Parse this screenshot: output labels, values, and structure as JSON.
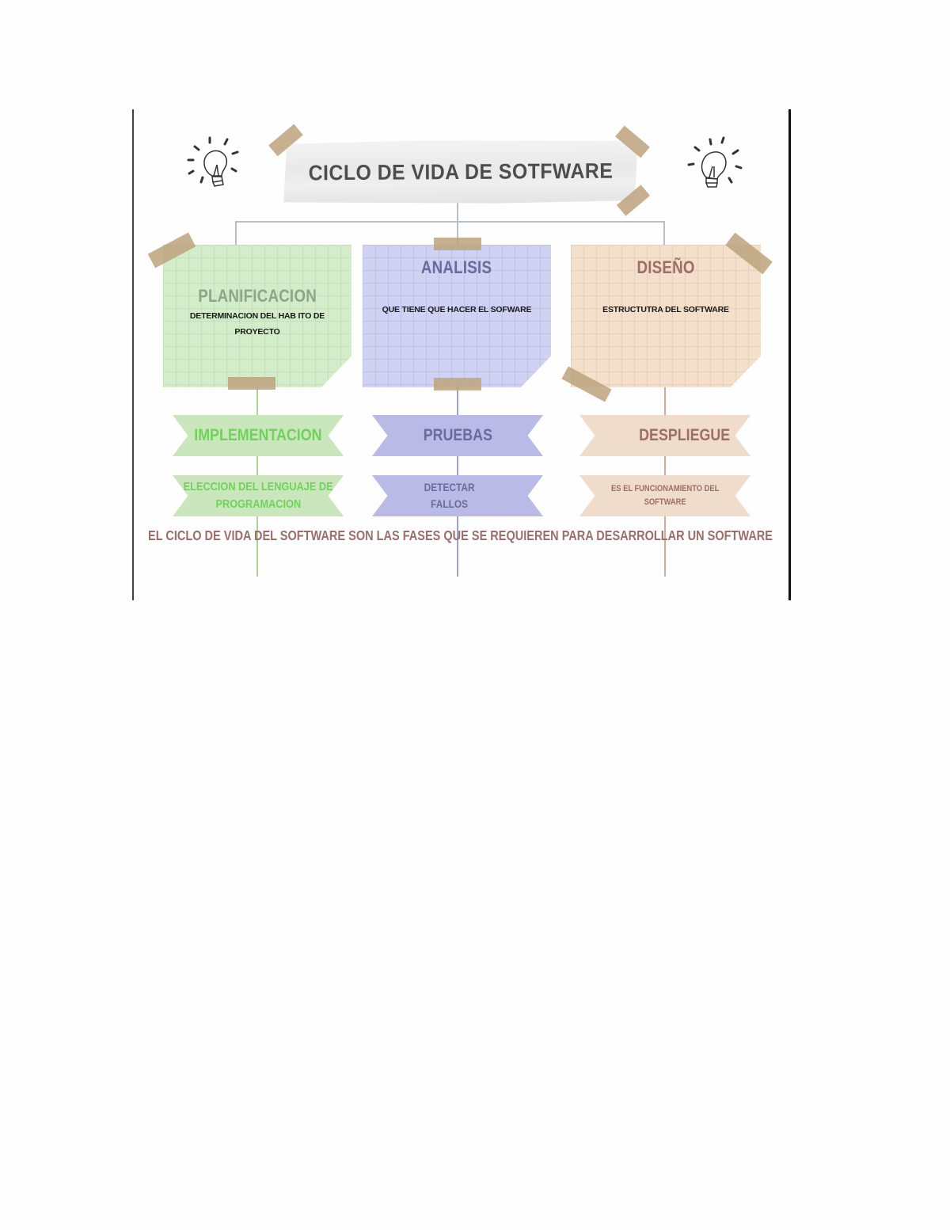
{
  "diagram": {
    "title": "CICLO DE VIDA DE SOTFWARE",
    "icons": [
      "lightbulb-icon-left",
      "lightbulb-icon-right"
    ],
    "colors": {
      "title_text": "#4d4d4d",
      "connector": "#b8bfcc",
      "tape": "#bea580",
      "green_bg": "#d3ecc9",
      "green_title": "#8fa58a",
      "green_text": "#6fd35a",
      "purple_bg": "#cfd2f3",
      "purple_title": "#6a6a9c",
      "brown_bg": "#f3dfca",
      "brown_title": "#9b6e6a",
      "summary_text": "#9b6e6a"
    },
    "phases": [
      {
        "title": "PLANIFICACION",
        "description": "DETERMINACION DEL HABITO DE PROYECTO",
        "desc_line1": "DETERMINACION DEL HAB ITO DE",
        "desc_line2": "PROYECTO",
        "ribbon_title": "IMPLEMENTACION",
        "ribbon_desc_line1": "ELECCION  DEL LENGUAJE DE",
        "ribbon_desc_line2": "PROGRAMACION"
      },
      {
        "title": "ANALISIS",
        "description": "QUE TIENE QUE HACER EL SOFWARE",
        "desc_line1": "QUE TIENE QUE HACER EL SOFWARE",
        "desc_line2": "",
        "ribbon_title": "PRUEBAS",
        "ribbon_desc_line1": "DETECTAR",
        "ribbon_desc_line2": "FALLOS"
      },
      {
        "title": "DISEÑO",
        "description": "ESTRUCTUTRA DEL SOFTWARE",
        "desc_line1": "ESTRUCTUTRA DEL SOFTWARE",
        "desc_line2": "",
        "ribbon_title": "DESPLIEGUE",
        "ribbon_desc_line1": "ES EL FUNCIONAMIENTO DEL",
        "ribbon_desc_line2": "SOFTWARE"
      }
    ],
    "summary": "EL CICLO DE VIDA DEL SOFTWARE  SON LAS FASES QUE SE REQUIEREN PARA DESARROLLAR UN SOFTWARE"
  }
}
